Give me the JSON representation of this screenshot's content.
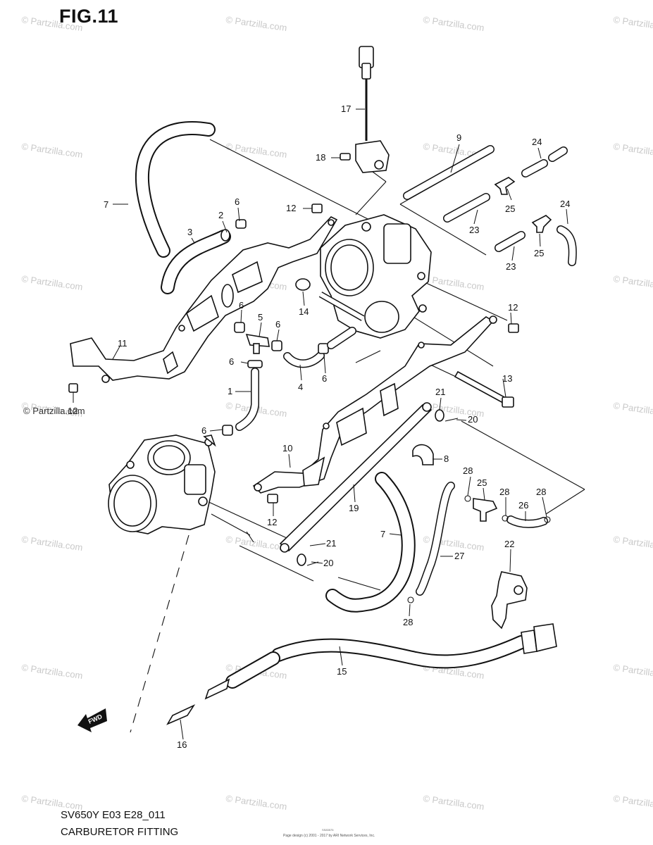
{
  "figure": {
    "title": "FIG.11",
    "model_code": "SV650Y E03 E28_011",
    "name": "CARBURETOR FITTING",
    "credit_small": "Page design (c) 2001 - 2017 by ARI Network Services, Inc.",
    "credit_tiny": "SS83575"
  },
  "watermark": {
    "text": "© Partzilla.com",
    "prominent_text": "© Partzilla.com"
  },
  "fwd_arrow": {
    "label": "FWD"
  },
  "callouts": [
    {
      "id": "c17",
      "text": "17"
    },
    {
      "id": "c18",
      "text": "18"
    },
    {
      "id": "c9",
      "text": "9"
    },
    {
      "id": "c24a",
      "text": "24"
    },
    {
      "id": "c24b",
      "text": "24"
    },
    {
      "id": "c7a",
      "text": "7"
    },
    {
      "id": "c6a",
      "text": "6"
    },
    {
      "id": "c2",
      "text": "2"
    },
    {
      "id": "c3",
      "text": "3"
    },
    {
      "id": "c12a",
      "text": "12"
    },
    {
      "id": "c25a",
      "text": "25"
    },
    {
      "id": "c23a",
      "text": "23"
    },
    {
      "id": "c25b",
      "text": "25"
    },
    {
      "id": "c23b",
      "text": "23"
    },
    {
      "id": "c6b",
      "text": "6"
    },
    {
      "id": "c5",
      "text": "5"
    },
    {
      "id": "c6c",
      "text": "6"
    },
    {
      "id": "c14",
      "text": "14"
    },
    {
      "id": "c12b",
      "text": "12"
    },
    {
      "id": "c11",
      "text": "11"
    },
    {
      "id": "c6d",
      "text": "6"
    },
    {
      "id": "c4",
      "text": "4"
    },
    {
      "id": "c6e",
      "text": "6"
    },
    {
      "id": "c13",
      "text": "13"
    },
    {
      "id": "c1",
      "text": "1"
    },
    {
      "id": "c12c",
      "text": "12"
    },
    {
      "id": "c21a",
      "text": "21"
    },
    {
      "id": "c20a",
      "text": "20"
    },
    {
      "id": "c6f",
      "text": "6"
    },
    {
      "id": "c8",
      "text": "8"
    },
    {
      "id": "c10",
      "text": "10"
    },
    {
      "id": "c28a",
      "text": "28"
    },
    {
      "id": "c25c",
      "text": "25"
    },
    {
      "id": "c28b",
      "text": "28"
    },
    {
      "id": "c28c",
      "text": "28"
    },
    {
      "id": "c26",
      "text": "26"
    },
    {
      "id": "c19",
      "text": "19"
    },
    {
      "id": "c12d",
      "text": "12"
    },
    {
      "id": "c7b",
      "text": "7"
    },
    {
      "id": "c22",
      "text": "22"
    },
    {
      "id": "c21b",
      "text": "21"
    },
    {
      "id": "c27",
      "text": "27"
    },
    {
      "id": "c20b",
      "text": "20"
    },
    {
      "id": "c28d",
      "text": "28"
    },
    {
      "id": "c15",
      "text": "15"
    },
    {
      "id": "c16",
      "text": "16"
    }
  ]
}
